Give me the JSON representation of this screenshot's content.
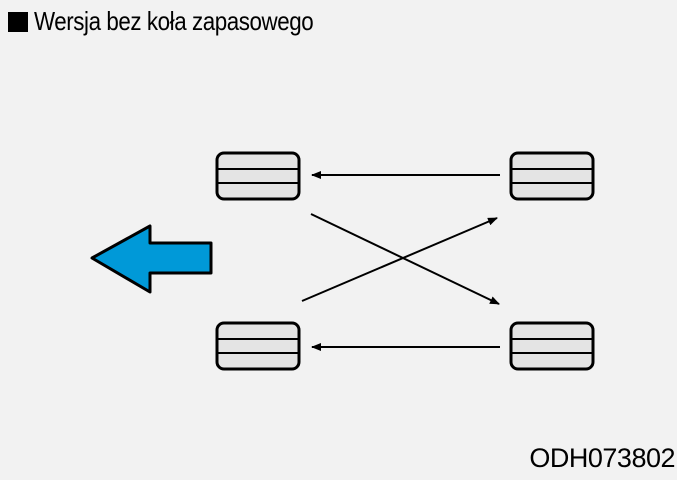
{
  "header": {
    "title": "Wersja bez koła zapasowego"
  },
  "figure": {
    "code": "ODH073802"
  },
  "colors": {
    "direction_arrow": "#0099d8",
    "tire_fill": "#e4e4e4",
    "stroke": "#000000",
    "background": "#f2f2f2"
  },
  "icons": {
    "tires": [
      "tire-front-left",
      "tire-front-right",
      "tire-rear-left",
      "tire-rear-right"
    ],
    "direction": "forward-direction-arrow"
  }
}
